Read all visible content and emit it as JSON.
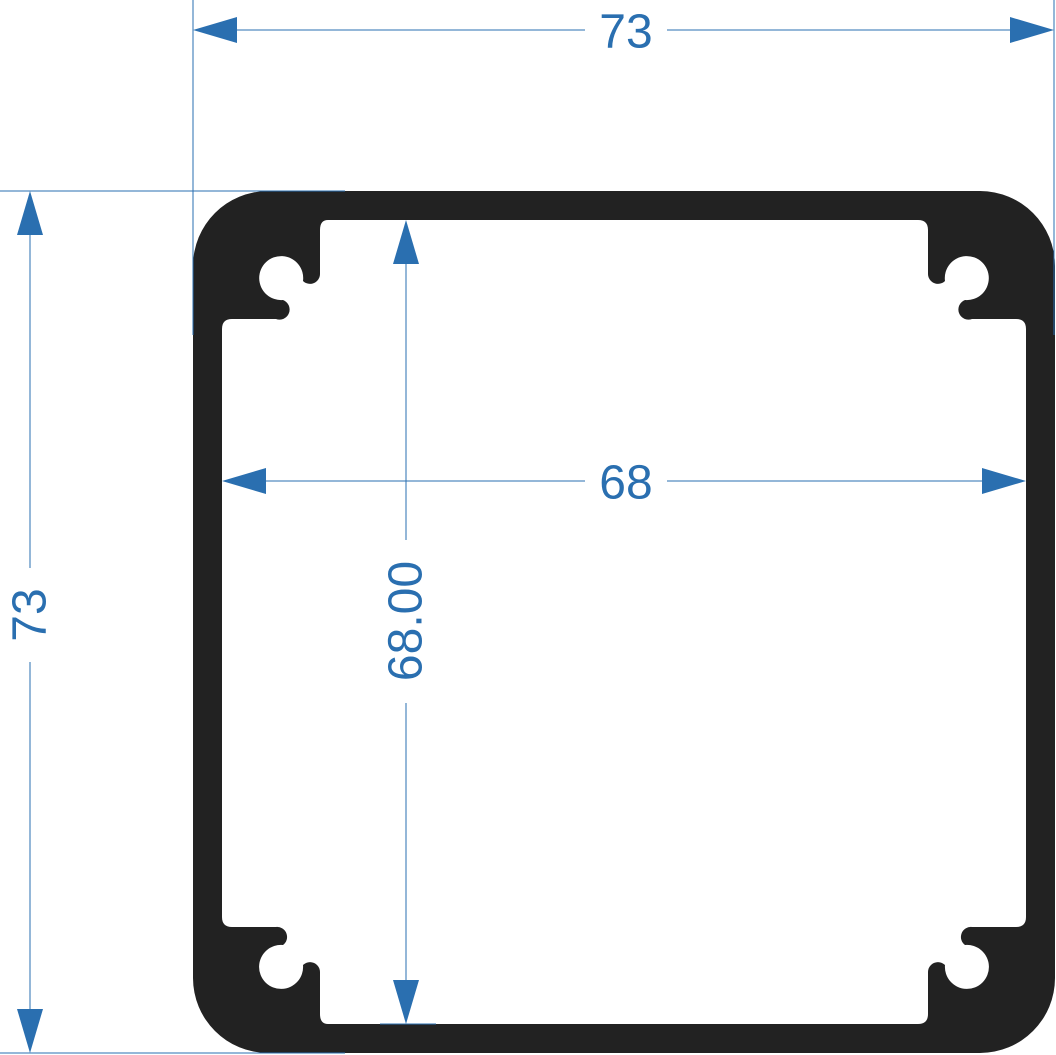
{
  "drawing": {
    "colors": {
      "profile": "#222222",
      "dimension": "#2a6fb0",
      "background": "#ffffff"
    },
    "dimensions": {
      "outer_width": "73",
      "outer_height": "73",
      "inner_width": "68",
      "inner_height": "68.00"
    }
  }
}
